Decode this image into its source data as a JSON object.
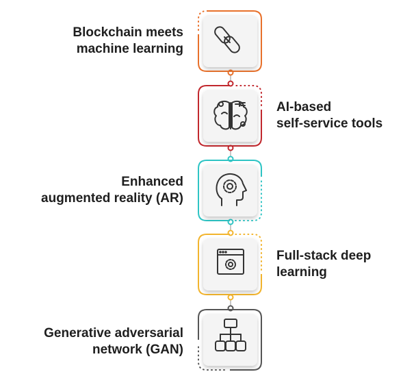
{
  "steps": [
    {
      "label": "Blockchain meets\nmachine learning",
      "side": "left",
      "color": "#e8702a",
      "icon": "chain-link-icon"
    },
    {
      "label": "AI-based\nself-service tools",
      "side": "right",
      "color": "#c1272d",
      "icon": "brain-plug-icon"
    },
    {
      "label": "Enhanced\naugmented reality (AR)",
      "side": "left",
      "color": "#2ec4c4",
      "icon": "head-gear-icon"
    },
    {
      "label": "Full-stack deep\nlearning",
      "side": "right",
      "color": "#f2b42d",
      "icon": "browser-gear-icon"
    },
    {
      "label": "Generative adversarial\nnetwork (GAN)",
      "side": "left",
      "color": "#555555",
      "icon": "hierarchy-network-icon"
    }
  ]
}
